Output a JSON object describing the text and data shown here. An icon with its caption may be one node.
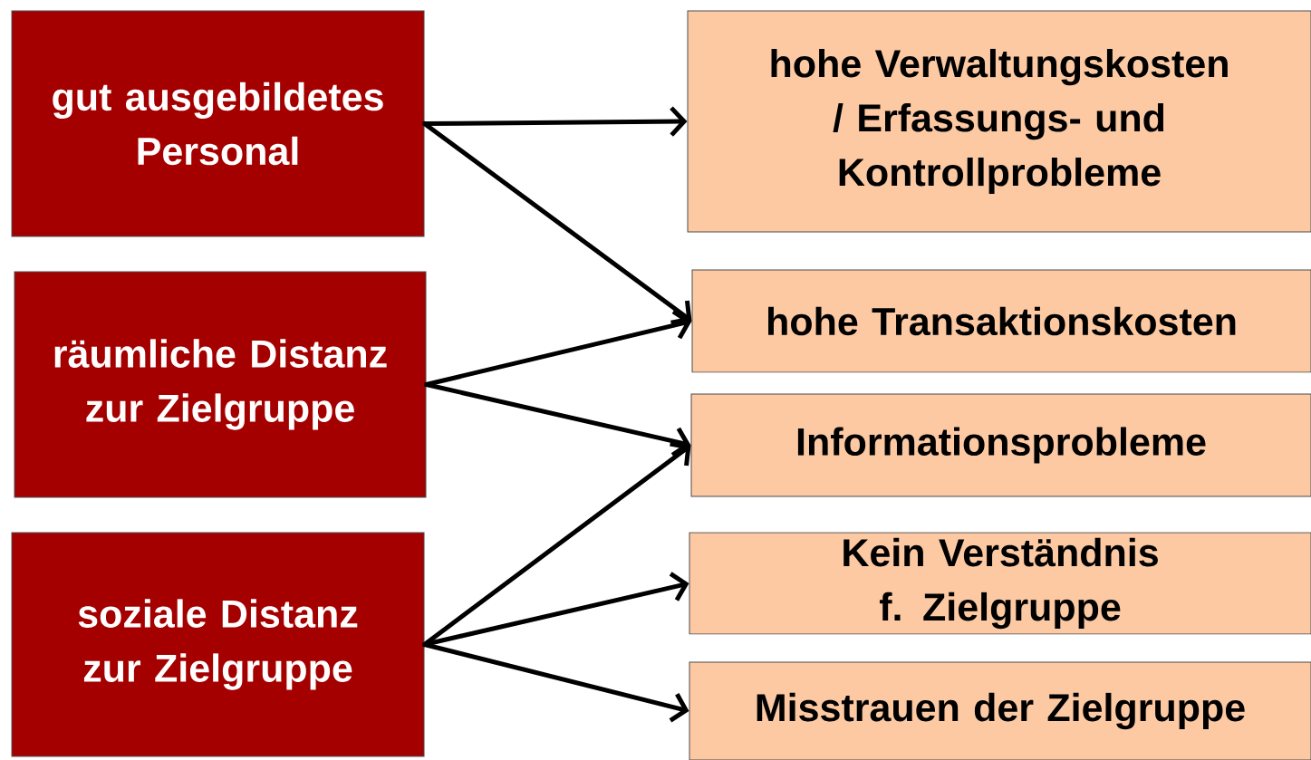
{
  "diagram": {
    "nodes": [
      {
        "text": [
          "gut ausgebildetes Personal"
        ]
      },
      {
        "text": [
          "räumliche Distanz zur Zielgruppe"
        ]
      },
      {
        "text": [
          "soziale Distanz zur Zielgruppe"
        ]
      },
      {
        "text": [
          "hohe Verwaltungskosten / Erfassungs- und Kontrollprobleme"
        ]
      },
      {
        "text": [
          "hohe Transaktionskosten"
        ]
      },
      {
        "text": [
          "Informationsprobleme"
        ]
      },
      {
        "text": [
          "Kein Verständnis f. Zielgruppe"
        ]
      },
      {
        "text": [
          "Misstrauen der Zielgruppe"
        ]
      }
    ],
    "edges": [
      {
        "from": 0,
        "to": 3,
        "arrow": "to"
      },
      {
        "from": 0,
        "to": 4,
        "arrow": "to"
      },
      {
        "from": 1,
        "to": 4,
        "arrow": "to"
      },
      {
        "from": 1,
        "to": 5,
        "arrow": "to"
      },
      {
        "from": 2,
        "to": 5,
        "arrow": "to"
      },
      {
        "from": 2,
        "to": 6,
        "arrow": "to"
      },
      {
        "from": 2,
        "to": 7,
        "arrow": "to"
      }
    ]
  }
}
